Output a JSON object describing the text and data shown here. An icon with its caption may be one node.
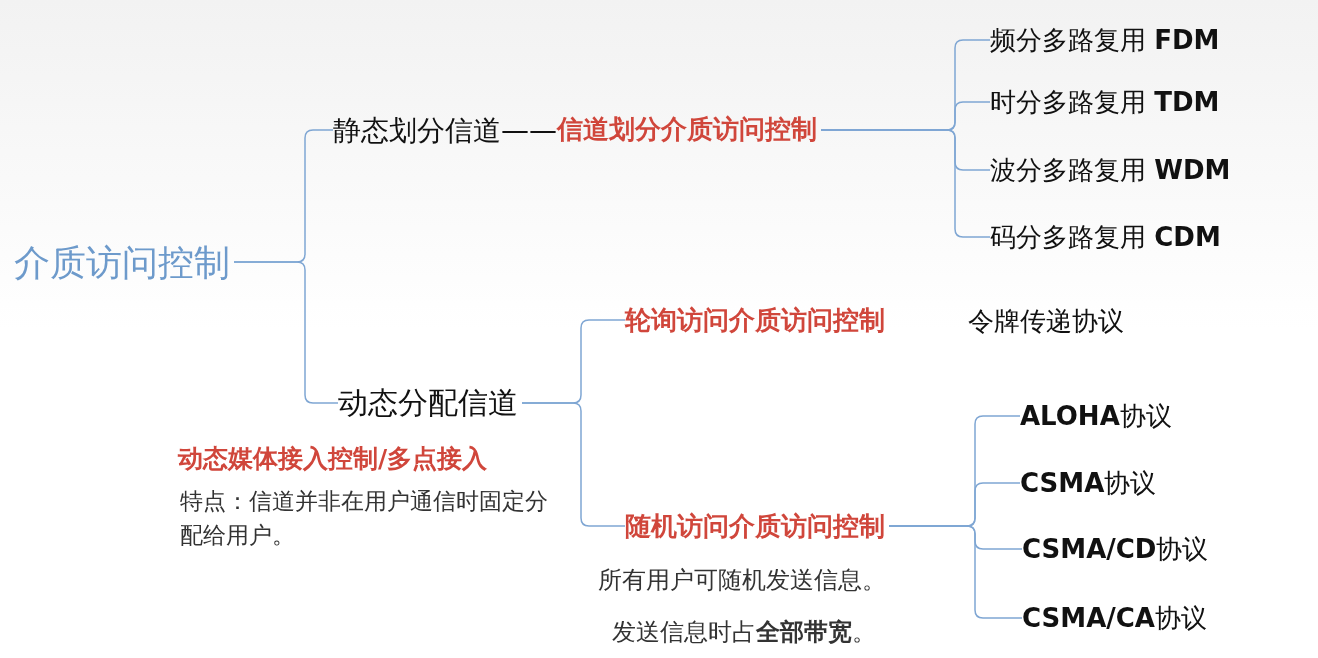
{
  "diagram": {
    "nodes": [
      {
        "text": [
          "介质访问控制"
        ]
      },
      {
        "text": [
          "静态划分信道——",
          "信道划分介质访问控制"
        ]
      },
      {
        "text": [
          "频分多路复用 **FDM**"
        ]
      },
      {
        "text": [
          "时分多路复用 **TDM**"
        ]
      },
      {
        "text": [
          "波分多路复用 **WDM**"
        ]
      },
      {
        "text": [
          "码分多路复用 **CDM**"
        ]
      },
      {
        "text": [
          "动态分配信道"
        ],
        "beside": [
          "动态媒体接入控制/多点接入",
          "特点：信道并非在用户通信时固定分配给用户。"
        ]
      },
      {
        "text": [
          "轮询访问介质访问控制"
        ],
        "beside": [
          "令牌传递协议"
        ]
      },
      {
        "text": [
          "随机访问介质访问控制"
        ],
        "beside": [
          "所有用户可随机发送信息。",
          "发送信息时占**全部带宽**。"
        ]
      },
      {
        "text": [
          "**ALOHA**协议"
        ]
      },
      {
        "text": [
          "**CSMA**协议"
        ]
      },
      {
        "text": [
          "**CSMA/CD**协议"
        ]
      },
      {
        "text": [
          "**CSMA/CA**协议"
        ]
      }
    ],
    "edges": [
      {
        "from": 0,
        "to": 1,
        "arrow": "none"
      },
      {
        "from": 0,
        "to": 6,
        "arrow": "none"
      },
      {
        "from": 1,
        "to": 2,
        "arrow": "none"
      },
      {
        "from": 1,
        "to": 3,
        "arrow": "none"
      },
      {
        "from": 1,
        "to": 4,
        "arrow": "none"
      },
      {
        "from": 1,
        "to": 5,
        "arrow": "none"
      },
      {
        "from": 6,
        "to": 7,
        "arrow": "none"
      },
      {
        "from": 6,
        "to": 8,
        "arrow": "none"
      },
      {
        "from": 8,
        "to": 9,
        "arrow": "none"
      },
      {
        "from": 8,
        "to": 10,
        "arrow": "none"
      },
      {
        "from": 8,
        "to": 11,
        "arrow": "none"
      },
      {
        "from": 8,
        "to": 12,
        "arrow": "none"
      }
    ]
  }
}
